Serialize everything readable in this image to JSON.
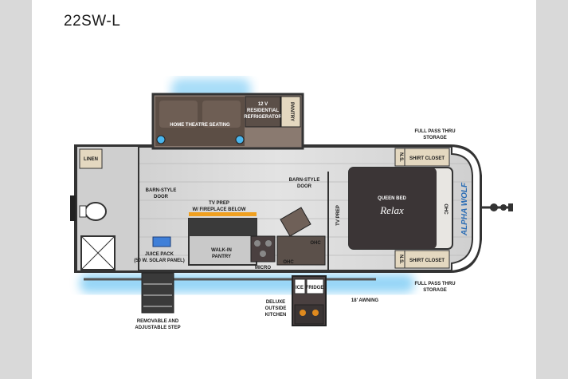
{
  "model": "22SW-L",
  "labels": {
    "linen": "LINEN",
    "barn_style_door_left": [
      "BARN-STYLE",
      "DOOR"
    ],
    "barn_style_door_right": [
      "BARN-STYLE",
      "DOOR"
    ],
    "home_theatre_seating": "HOME THEATRE SEATING",
    "refrigerator": [
      "12 V",
      "RESIDENTIAL",
      "REFRIGERATOR"
    ],
    "pantry": "PANTRY",
    "full_pass_thru_top": [
      "FULL PASS THRU",
      "STORAGE"
    ],
    "full_pass_thru_bottom": [
      "FULL PASS THRU",
      "STORAGE"
    ],
    "shirt_closet_top": "SHIRT CLOSET",
    "shirt_closet_bottom": "SHIRT CLOSET",
    "ns_top": "N.S.",
    "ns_bottom": "N.S.",
    "tv_prep_fireplace": [
      "TV PREP",
      "W/ FIREPLACE BELOW"
    ],
    "tv_prep_bedroom": "TV PREP",
    "queen_bed": "QUEEN BED",
    "relax": "Relax",
    "ohc_bed": "OHC",
    "ohc_kitchen_right": "OHC",
    "ohc_kitchen_bottom": "OHC",
    "juice_pack": [
      "JUICE PACK",
      "(50 W. SOLAR PANEL)"
    ],
    "walk_in_pantry": [
      "WALK-IN",
      "PANTRY"
    ],
    "micro": "MICRO",
    "ice": "ICE",
    "fridge": "FRIDGE",
    "deluxe_outside_kitchen": [
      "DELUXE",
      "OUTSIDE",
      "KITCHEN"
    ],
    "awning": "18' AWNING",
    "step": [
      "REMOVABLE AND",
      "ADJUSTABLE STEP"
    ],
    "brand": "ALPHA WOLF"
  },
  "colors": {
    "wall": "#3a3a3a",
    "floor": "#d8d8d8",
    "sofa": "#5c4e45",
    "cabinet": "#e4d8c0",
    "bed": "#e8e6e2",
    "glow_blue": "#3fb4f0",
    "glow_orange": "#f0a020",
    "kitchen_bg": "#4a4040"
  }
}
